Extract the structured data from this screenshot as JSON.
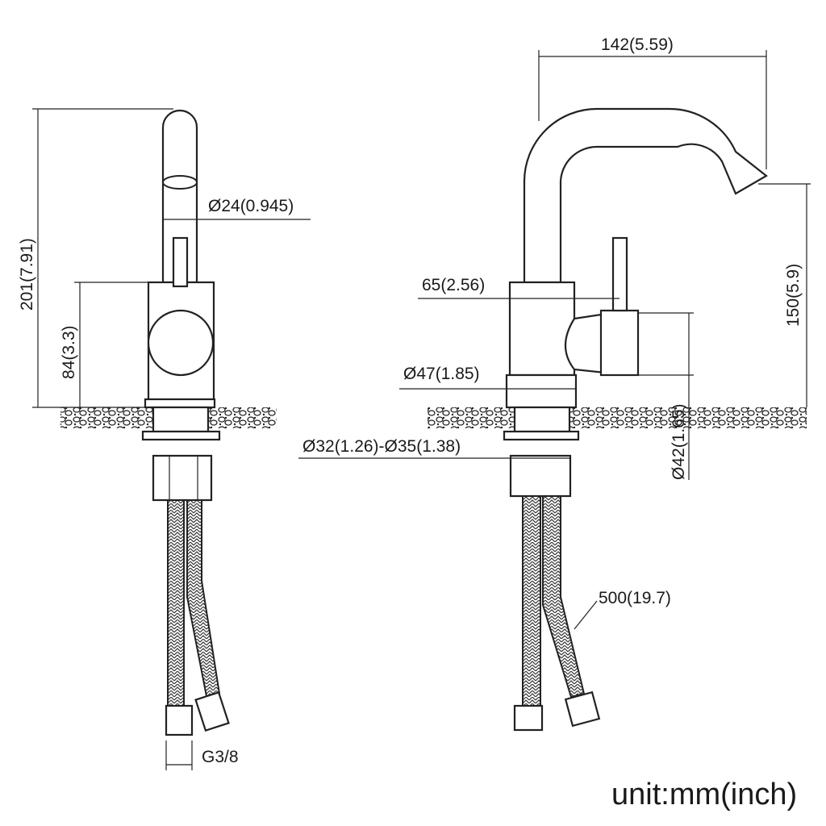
{
  "dimensions": {
    "spout_reach": "142(5.59)",
    "spout_diameter": "Ø24(0.945)",
    "total_height": "201(7.91)",
    "body_height": "84(3.3)",
    "handle_offset": "65(2.56)",
    "spout_height": "150(5.9)",
    "base_diameter": "Ø47(1.85)",
    "handle_diameter": "Ø42(1.65)",
    "mounting_hole": "Ø32(1.26)-Ø35(1.38)",
    "hose_length": "500(19.7)",
    "connector_thread": "G3/8"
  },
  "unit_label": "unit:mm(inch)"
}
